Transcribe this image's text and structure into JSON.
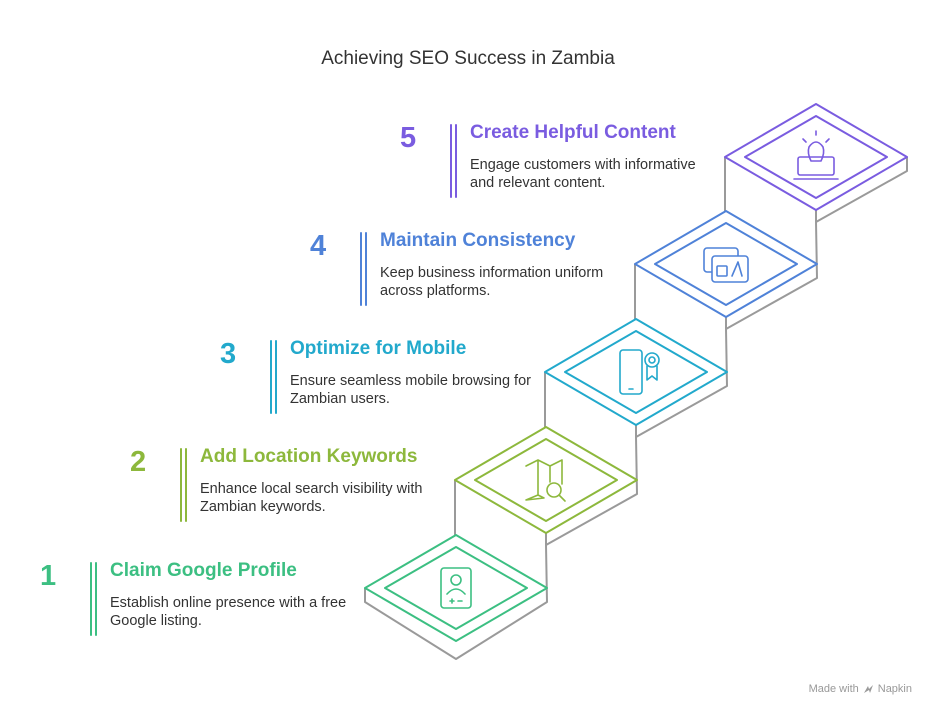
{
  "title": "Achieving SEO Success in Zambia",
  "steps": [
    {
      "num": "1",
      "heading": "Claim Google Profile",
      "desc": "Establish online presence with a free Google listing.",
      "color": "#3cbf82",
      "icon": "profile-card-icon"
    },
    {
      "num": "2",
      "heading": "Add Location Keywords",
      "desc": "Enhance local search visibility with Zambian keywords.",
      "color": "#8db83c",
      "icon": "map-search-icon"
    },
    {
      "num": "3",
      "heading": "Optimize for Mobile",
      "desc": "Ensure seamless mobile browsing for Zambian users.",
      "color": "#22a9cc",
      "icon": "mobile-badge-icon"
    },
    {
      "num": "4",
      "heading": "Maintain Consistency",
      "desc": "Keep business information uniform across platforms.",
      "color": "#4f82d8",
      "icon": "window-stack-icon"
    },
    {
      "num": "5",
      "heading": "Create Helpful Content",
      "desc": "Engage customers with informative and relevant content.",
      "color": "#7a5ce0",
      "icon": "laptop-idea-icon"
    }
  ],
  "footer": {
    "made_with": "Made with",
    "brand": "Napkin"
  }
}
